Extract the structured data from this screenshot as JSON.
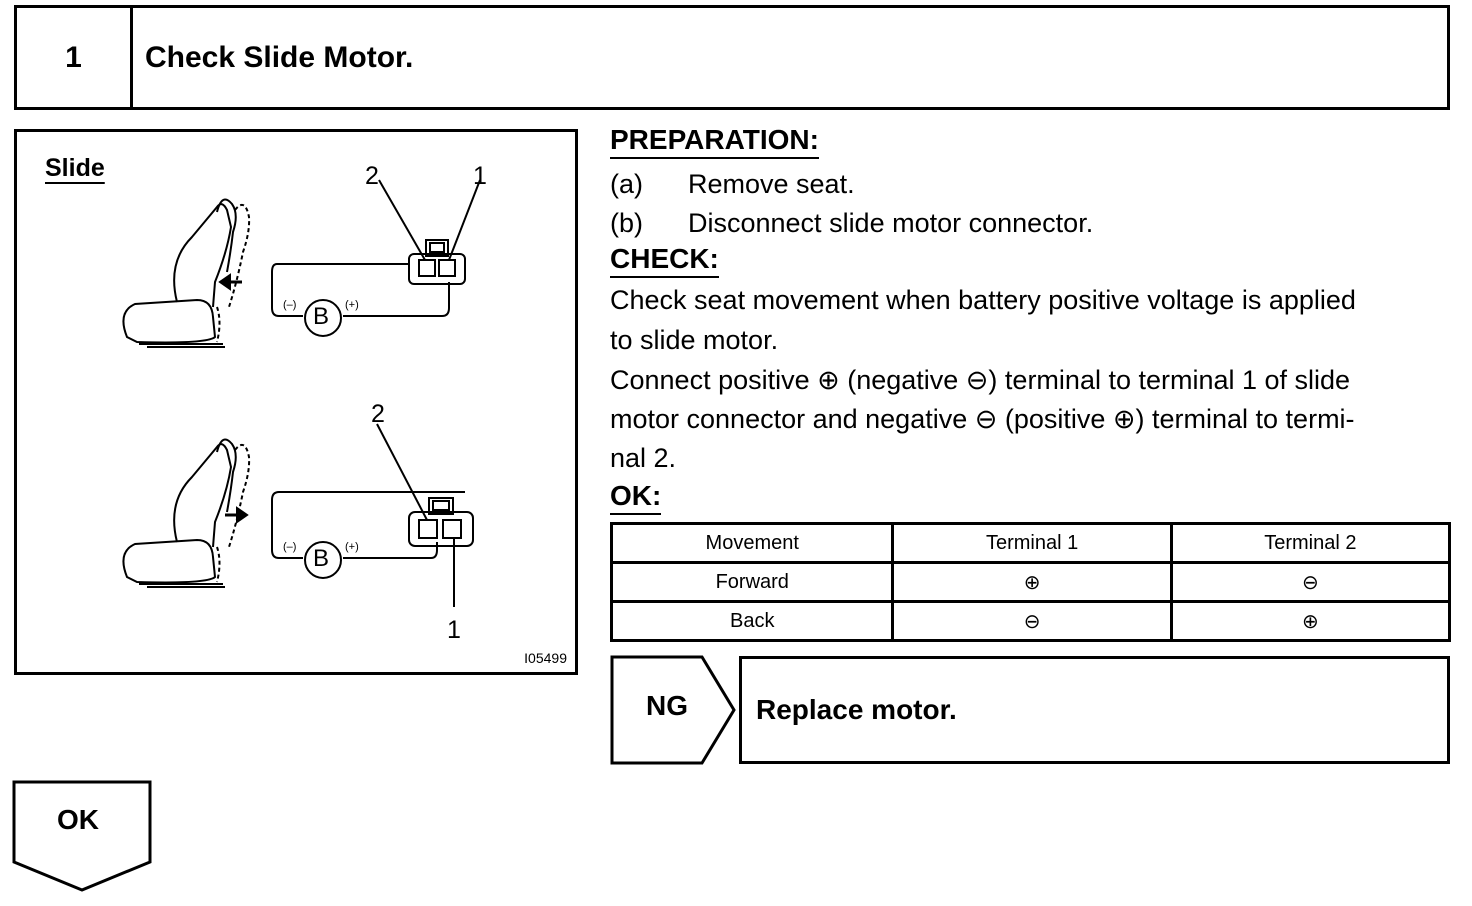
{
  "step": {
    "number": "1",
    "title": "Check Slide Motor."
  },
  "figure": {
    "title": "Slide",
    "top_label_2": "2",
    "top_label_1": "1",
    "bottom_label_2": "2",
    "bottom_label_1": "1",
    "battery": "B",
    "neg_sign": "(–)",
    "pos_sign": "(+)",
    "id": "I05499"
  },
  "preparation": {
    "heading": "PREPARATION:",
    "items": [
      {
        "tag": "(a)",
        "text": "Remove seat."
      },
      {
        "tag": "(b)",
        "text": "Disconnect slide motor connector."
      }
    ]
  },
  "check": {
    "heading": "CHECK:",
    "line1": "Check seat movement when battery positive voltage is applied",
    "line2": "to slide motor.",
    "line3": "Connect positive ⊕ (negative ⊖) terminal to terminal 1 of slide",
    "line4": "motor connector and negative ⊖ (positive ⊕) terminal to termi-",
    "line5": "nal 2."
  },
  "ok": {
    "heading": "OK:",
    "columns": [
      "Movement",
      "Terminal 1",
      "Terminal 2"
    ],
    "rows": [
      [
        "Forward",
        "⊕",
        "⊖"
      ],
      [
        "Back",
        "⊖",
        "⊕"
      ]
    ]
  },
  "ng": {
    "label": "NG",
    "result": "Replace motor."
  },
  "ok_flow": {
    "label": "OK"
  }
}
